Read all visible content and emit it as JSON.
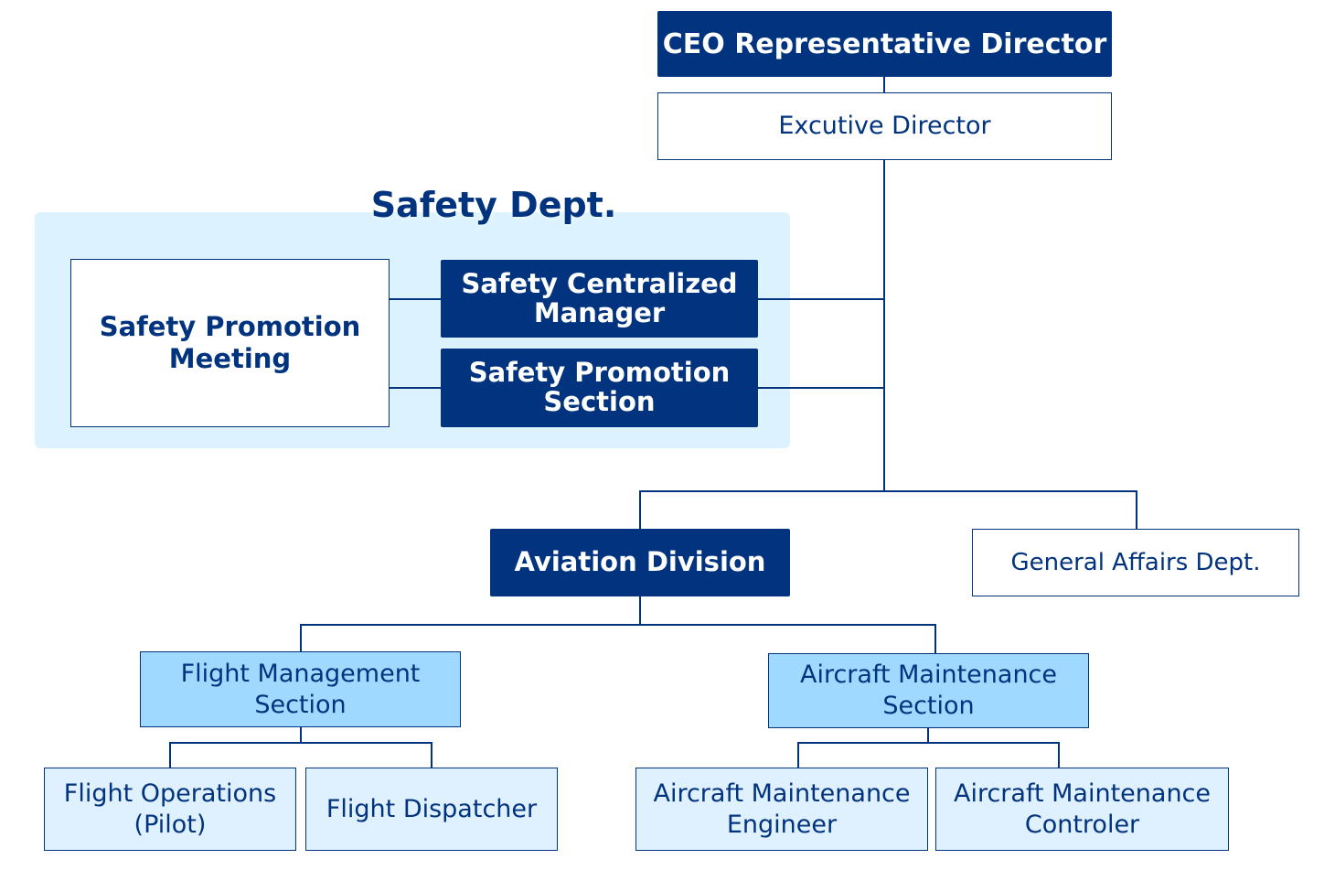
{
  "colors": {
    "dark_navy": "#01337e",
    "panel_bg": "#dcf3ff",
    "section_bg": "#9fd9ff",
    "leaf_bg": "#dff0ff",
    "line": "#01337e"
  },
  "nodes": {
    "ceo": "CEO Representative Director",
    "executive": "Excutive Director",
    "safety_dept": "Safety Dept.",
    "safety_meeting": "Safety Promotion\nMeeting",
    "safety_manager": "Safety Centralized\nManager",
    "safety_section": "Safety Promotion\nSection",
    "aviation": "Aviation Division",
    "general_affairs": "General Affairs Dept.",
    "flight_mgmt": "Flight Management\nSection",
    "aircraft_maint": "Aircraft Maintenance\nSection",
    "flight_ops": "Flight Operations\n(Pilot)",
    "dispatcher": "Flight Dispatcher",
    "maint_engineer": "Aircraft Maintenance\nEngineer",
    "maint_controler": "Aircraft Maintenance\nControler"
  }
}
